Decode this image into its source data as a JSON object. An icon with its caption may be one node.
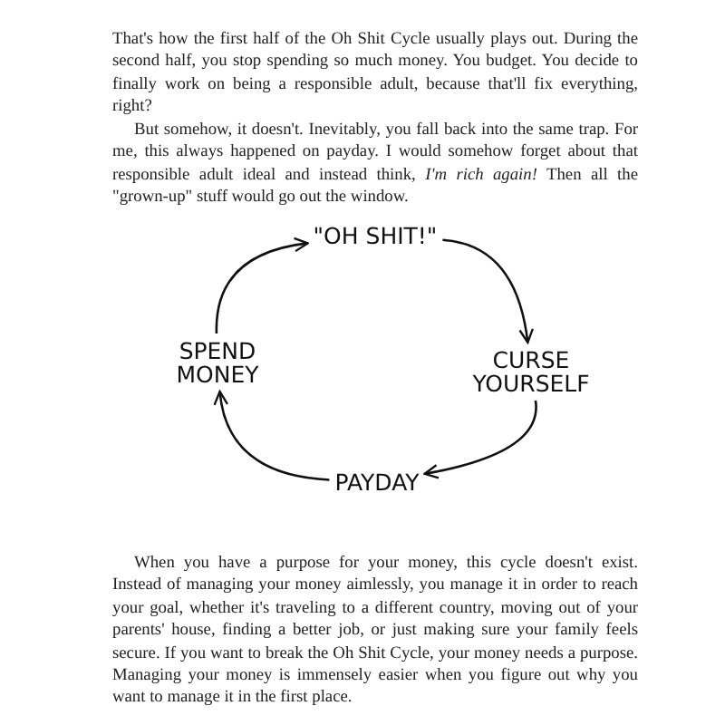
{
  "diagram": {
    "nodes": [
      {
        "text": [
          "\"OH SHIT!\""
        ]
      },
      {
        "text": [
          "CURSE YOURSELF"
        ]
      },
      {
        "text": [
          "PAYDAY"
        ]
      },
      {
        "text": [
          "SPEND MONEY"
        ]
      }
    ],
    "edges": [
      {
        "from": 0,
        "to": 1,
        "arrow": "to"
      },
      {
        "from": 1,
        "to": 2,
        "arrow": "to"
      },
      {
        "from": 2,
        "to": 3,
        "arrow": "to"
      },
      {
        "from": 3,
        "to": 0,
        "arrow": "to"
      }
    ],
    "labels": [
      "That's how the first half of the Oh Shit Cycle usually plays out. During the second half, you stop spending so much money. You budget. You decide to finally work on being a responsible adult, because that'll fix everything, right?",
      "But somehow, it doesn't. Inevitably, you fall back into the same trap. For me, this always happened on payday. I would somehow forget about that responsible adult ideal and instead think, *I'm rich again!* Then all the \"grown-up\" stuff would go out the window.",
      "When you have a purpose for your money, this cycle doesn't exist. Instead of managing your money aimlessly, you manage it in order to reach your goal, whether it's traveling to a different country, moving out of your parents' house, finding a better job, or just making sure your family feels secure. If you want to break the Oh Shit Cycle, your money needs a purpose. Managing your money is immensely easier when you figure out why you want to manage it in the first place."
    ]
  }
}
